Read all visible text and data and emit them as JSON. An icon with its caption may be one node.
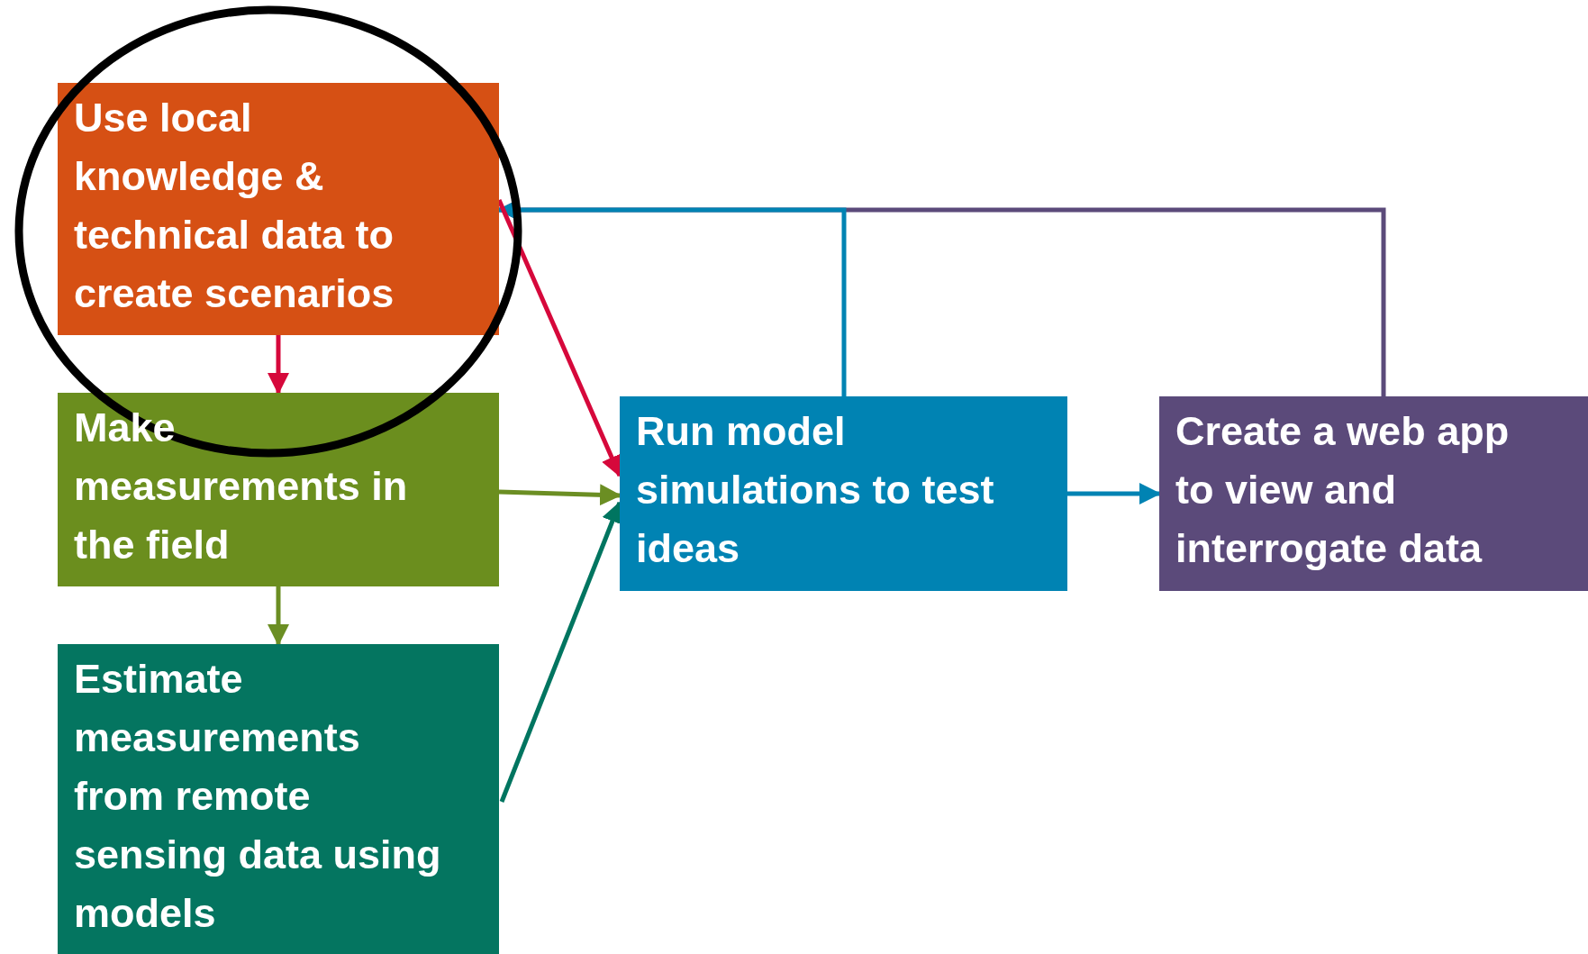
{
  "diagram": {
    "nodes": [
      {
        "text": [
          "Use local knowledge & technical data to create scenarios"
        ]
      },
      {
        "text": [
          "Make measurements in the field"
        ]
      },
      {
        "text": [
          "Estimate measurements from remote sensing data using models"
        ]
      },
      {
        "text": [
          "Run model simulations to test ideas"
        ]
      },
      {
        "text": [
          "Create a web app to view and interrogate data"
        ]
      }
    ],
    "edges": [
      {
        "from": 0,
        "to": 1,
        "arrow": "to",
        "color": "#d6083b"
      },
      {
        "from": 0,
        "to": 3,
        "arrow": "to",
        "color": "#d6083b"
      },
      {
        "from": 1,
        "to": 3,
        "arrow": "to",
        "color": "#6b8e23"
      },
      {
        "from": 1,
        "to": 2,
        "arrow": "to",
        "color": "#6b8e23"
      },
      {
        "from": 2,
        "to": 3,
        "arrow": "to",
        "color": "#007560"
      },
      {
        "from": 3,
        "to": 4,
        "arrow": "to",
        "color": "#0083b3"
      },
      {
        "from": 3,
        "to": 0,
        "arrow": "to",
        "color": "#0083b3"
      },
      {
        "from": 4,
        "to": 0,
        "arrow": "to",
        "color": "#5b4a7a"
      }
    ]
  }
}
